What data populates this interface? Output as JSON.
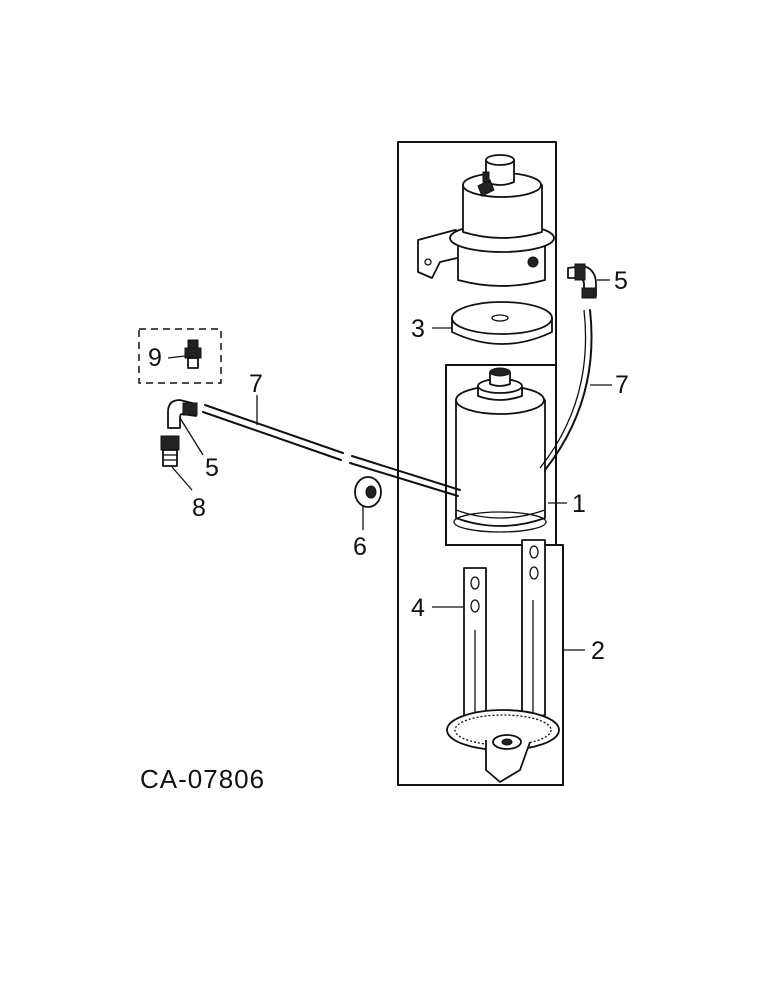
{
  "drawing_code": "CA-07806",
  "callouts": {
    "c1": "1",
    "c2": "2",
    "c3": "3",
    "c4": "4",
    "c5a": "5",
    "c5b": "5",
    "c6": "6",
    "c7a": "7",
    "c7b": "7",
    "c8": "8",
    "c9": "9"
  },
  "colors": {
    "line": "#111111",
    "background": "#ffffff"
  }
}
